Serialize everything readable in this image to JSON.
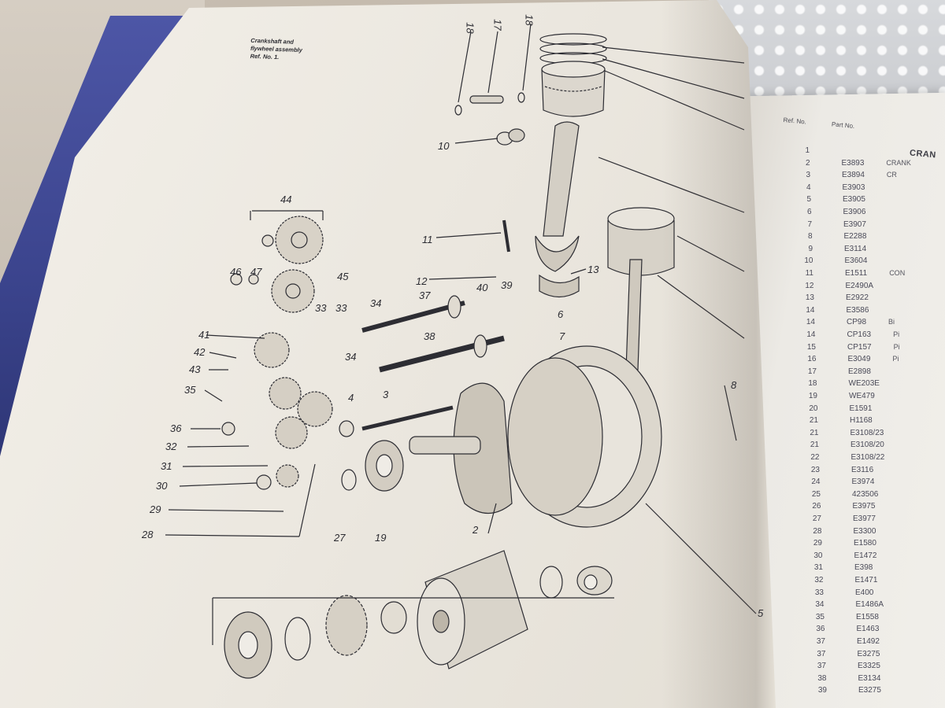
{
  "page": {
    "title_lines": [
      "Crankshaft and",
      "flywheel assembly",
      "Ref. No. 1."
    ]
  },
  "parts_list": {
    "header_ref": "Ref. No.",
    "header_part": "Part No.",
    "section_title": "CRAN",
    "rows": [
      {
        "ref": "1",
        "part": "",
        "desc": ""
      },
      {
        "ref": "2",
        "part": "E3893",
        "desc": "CRANK"
      },
      {
        "ref": "3",
        "part": "E3894",
        "desc": "CR"
      },
      {
        "ref": "4",
        "part": "E3903",
        "desc": ""
      },
      {
        "ref": "5",
        "part": "E3905",
        "desc": ""
      },
      {
        "ref": "6",
        "part": "E3906",
        "desc": ""
      },
      {
        "ref": "7",
        "part": "E3907",
        "desc": ""
      },
      {
        "ref": "8",
        "part": "E2288",
        "desc": ""
      },
      {
        "ref": "9",
        "part": "E3114",
        "desc": ""
      },
      {
        "ref": "10",
        "part": "E3604",
        "desc": ""
      },
      {
        "ref": "11",
        "part": "E1511",
        "desc": "CON"
      },
      {
        "ref": "12",
        "part": "E2490A",
        "desc": ""
      },
      {
        "ref": "13",
        "part": "E2922",
        "desc": ""
      },
      {
        "ref": "14",
        "part": "E3586",
        "desc": ""
      },
      {
        "ref": "14",
        "part": "CP98",
        "desc": "Bi"
      },
      {
        "ref": "14",
        "part": "CP163",
        "desc": "Pi"
      },
      {
        "ref": "15",
        "part": "CP157",
        "desc": "Pi"
      },
      {
        "ref": "16",
        "part": "E3049",
        "desc": "Pi"
      },
      {
        "ref": "17",
        "part": "E2898",
        "desc": ""
      },
      {
        "ref": "18",
        "part": "WE203E",
        "desc": ""
      },
      {
        "ref": "19",
        "part": "WE479",
        "desc": ""
      },
      {
        "ref": "20",
        "part": "E1591",
        "desc": ""
      },
      {
        "ref": "21",
        "part": "H1168",
        "desc": ""
      },
      {
        "ref": "21",
        "part": "E3108/23",
        "desc": ""
      },
      {
        "ref": "21",
        "part": "E3108/20",
        "desc": ""
      },
      {
        "ref": "22",
        "part": "E3108/22",
        "desc": ""
      },
      {
        "ref": "23",
        "part": "E3116",
        "desc": ""
      },
      {
        "ref": "24",
        "part": "E3974",
        "desc": ""
      },
      {
        "ref": "25",
        "part": "423506",
        "desc": ""
      },
      {
        "ref": "26",
        "part": "E3975",
        "desc": ""
      },
      {
        "ref": "27",
        "part": "E3977",
        "desc": ""
      },
      {
        "ref": "28",
        "part": "E3300",
        "desc": ""
      },
      {
        "ref": "29",
        "part": "E1580",
        "desc": ""
      },
      {
        "ref": "30",
        "part": "E1472",
        "desc": ""
      },
      {
        "ref": "31",
        "part": "E398",
        "desc": ""
      },
      {
        "ref": "32",
        "part": "E1471",
        "desc": ""
      },
      {
        "ref": "33",
        "part": "E400",
        "desc": ""
      },
      {
        "ref": "34",
        "part": "E1486A",
        "desc": ""
      },
      {
        "ref": "35",
        "part": "E1558",
        "desc": ""
      },
      {
        "ref": "36",
        "part": "E1463",
        "desc": ""
      },
      {
        "ref": "37",
        "part": "E1492",
        "desc": ""
      },
      {
        "ref": "37",
        "part": "E3275",
        "desc": ""
      },
      {
        "ref": "37",
        "part": "E3325",
        "desc": ""
      },
      {
        "ref": "38",
        "part": "E3134",
        "desc": ""
      },
      {
        "ref": "39",
        "part": "E3275",
        "desc": ""
      }
    ]
  },
  "callouts": {
    "c18a": "18",
    "c17": "17",
    "c18b": "18",
    "c10": "10",
    "c44": "44",
    "c11": "11",
    "c46": "46",
    "c47": "47",
    "c45": "45",
    "c12": "12",
    "c13": "13",
    "c40": "40",
    "c39": "39",
    "c34a": "34",
    "c37": "37",
    "c6": "6",
    "c33a": "33",
    "c33b": "33",
    "c41": "41",
    "c42": "42",
    "c43": "43",
    "c38": "38",
    "c34b": "34",
    "c7": "7",
    "c35": "35",
    "c4": "4",
    "c3": "3",
    "c8": "8",
    "c36": "36",
    "c32": "32",
    "c31": "31",
    "c30": "30",
    "c29": "29",
    "c27": "27",
    "c19": "19",
    "c2": "2",
    "c28": "28",
    "c5": "5"
  },
  "colors": {
    "page": "#ece8e0",
    "ink": "#2d2d33",
    "cover": "#3b448d"
  }
}
